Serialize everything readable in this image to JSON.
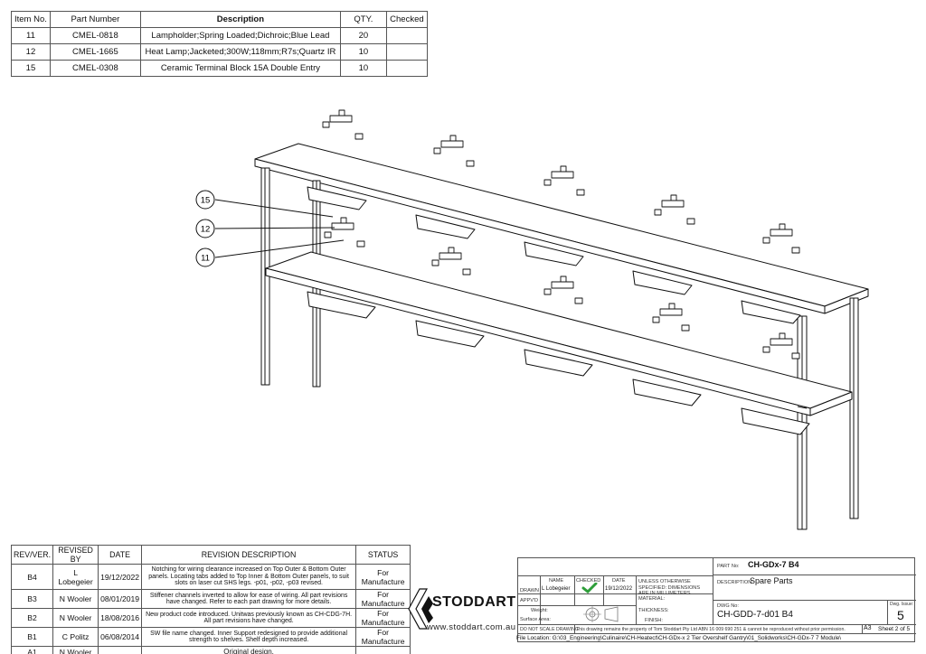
{
  "parts_table": {
    "headers": [
      "Item No.",
      "Part Number",
      "Description",
      "QTY.",
      "Checked"
    ],
    "rows": [
      {
        "item": "11",
        "part": "CMEL-0818",
        "desc": "Lampholder;Spring Loaded;Dichroic;Blue Lead",
        "qty": "20",
        "checked": ""
      },
      {
        "item": "12",
        "part": "CMEL-1665",
        "desc": "Heat Lamp;Jacketed;300W;118mm;R7s;Quartz IR",
        "qty": "10",
        "checked": ""
      },
      {
        "item": "15",
        "part": "CMEL-0308",
        "desc": "Ceramic Terminal Block 15A Double Entry",
        "qty": "10",
        "checked": ""
      }
    ]
  },
  "balloons": [
    "15",
    "12",
    "11"
  ],
  "revision_table": {
    "headers": [
      "REV/VER.",
      "REVISED BY",
      "DATE",
      "REVISION DESCRIPTION",
      "STATUS"
    ],
    "rows": [
      {
        "rev": "B4",
        "by": "L Lobegeier",
        "date": "19/12/2022",
        "desc": "Notching for wiring clearance increased on Top Outer & Bottom Outer panels. Locating tabs added to Top Inner & Bottom Outer panels, to suit slots on laser cut SHS legs. -p01, -p02, -p03 revised.",
        "status": "For Manufacture"
      },
      {
        "rev": "B3",
        "by": "N Wooler",
        "date": "08/01/2019",
        "desc": "Stiffener channels inverted to allow for ease of wiring. All part revisions have changed. Refer to each part drawing for more details.",
        "status": "For Manufacture"
      },
      {
        "rev": "B2",
        "by": "N Wooler",
        "date": "18/08/2016",
        "desc": "New product code introduced. Unitwas previously known as CH-CDG-7H. All part revisions have changed.",
        "status": "For Manufacture"
      },
      {
        "rev": "B1",
        "by": "C Politz",
        "date": "06/08/2014",
        "desc": "SW file name changed. Inner Support redesigned to provide additional strength to shelves. Shelf depth increased.",
        "status": "For Manufacture"
      },
      {
        "rev": "A1",
        "by": "N Wooler",
        "date": "",
        "desc": "Original design.",
        "status": ""
      }
    ]
  },
  "logo": {
    "word": "STODDART",
    "url": "www.stoddart.com.au"
  },
  "title_block": {
    "part_no_label": "PART No:",
    "part_no": "CH-GDx-7 B4",
    "description_label": "DESCRIPTION:",
    "description": "Spare Parts",
    "name_label": "NAME",
    "checked_label": "CHECKED",
    "date_label": "DATE",
    "drawn_label": "DRAWN",
    "drawn_name": "L Lobegeier",
    "drawn_date": "19/12/2022",
    "appvd_label": "APPV'D",
    "unless_note": "UNLESS OTHERWISE SPECIFIED: DIMENSIONS ARE IN MILLIMETERS",
    "material_label": "MATERIAL:",
    "thickness_label": "THICKNESS:",
    "finish_label": "FINISH:",
    "weight_label": "Weight:",
    "surface_label": "Surface Area:",
    "dwg_no_label": "DWG No:",
    "dwg_no": "CH-GDD-7-d01 B4",
    "dwg_issue_label": "Dwg. Issue:",
    "dwg_issue": "5",
    "do_not_scale": "DO NOT SCALE DRAWING",
    "property_note": "This drawing remains the property of Tom Stoddart Pty Ltd ABN 16 009 690 251 & cannot be reproduced without prior permission.",
    "sheet_size": "A3",
    "sheet": "Sheet 2 of 5",
    "file_location": "File Location: G:\\03_Engineering\\Culinaire\\CH-Heatect\\CH-GDx-x 2 Tier Overshelf Gantry\\01_Solidworks\\CH-GDx-7 7 Module\\"
  },
  "colors": {
    "line": "#111111",
    "check": "#2e9e3a",
    "border": "#555555"
  },
  "icons": [
    "check-icon",
    "projection-symbol-icon",
    "stoddart-logo-icon"
  ]
}
